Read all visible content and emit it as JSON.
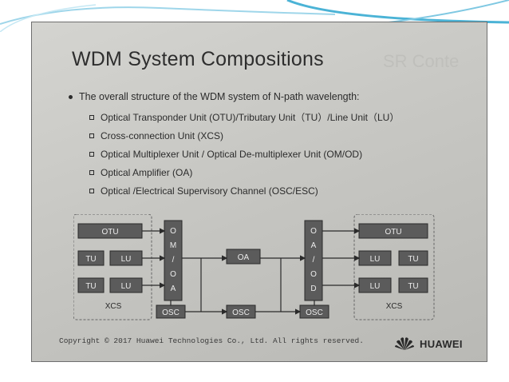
{
  "slide": {
    "title": "WDM System Compositions",
    "background_title": "SR Conte",
    "lead": "The overall structure of the WDM system of N-path wavelength:",
    "items": [
      "Optical Transponder Unit (OTU)/Tributary Unit（TU）/Line Unit（LU）",
      "Cross-connection Unit (XCS)",
      "Optical Multiplexer Unit / Optical De-multiplexer Unit (OM/OD)",
      "Optical Amplifier (OA)",
      "Optical /Electrical Supervisory Channel (OSC/ESC)"
    ],
    "footer": "Copyright © 2017 Huawei Technologies Co., Ltd. All rights reserved.",
    "logo": "HUAWEI"
  },
  "diagram": {
    "left_group": {
      "otu": "OTU",
      "tu_a": "TU",
      "lu_a": "LU",
      "tu_b": "TU",
      "lu_b": "LU",
      "xcs": "XCS"
    },
    "right_group": {
      "otu": "OTU",
      "lu_a": "LU",
      "tu_a": "TU",
      "lu_b": "LU",
      "tu_b": "TU",
      "xcs": "XCS"
    },
    "om_oa": [
      "O",
      "M",
      "/",
      "O",
      "A"
    ],
    "oa_od": [
      "O",
      "A",
      "/",
      "O",
      "D"
    ],
    "oa": "OA",
    "osc_left": "OSC",
    "osc_mid": "OSC",
    "osc_right": "OSC"
  },
  "colors": {
    "unit_fill": "#5b5b5b",
    "line": "#2a2a2a",
    "slide_bg": "#c9c9c5",
    "accent": "#4bb3d6"
  }
}
